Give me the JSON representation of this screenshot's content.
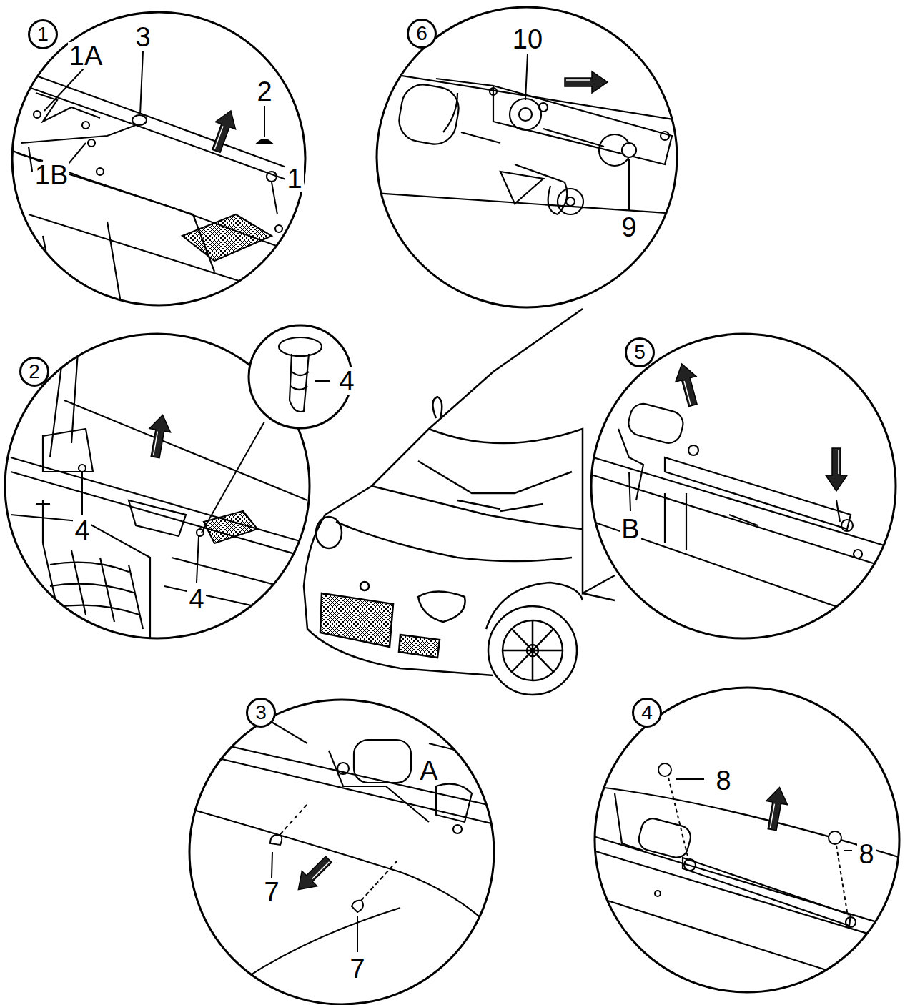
{
  "diagram": {
    "nodes": [
      {
        "text": [
          "1"
        ]
      },
      {
        "text": [
          "6"
        ]
      },
      {
        "text": [
          "2"
        ]
      },
      {
        "text": [
          "5"
        ]
      },
      {
        "text": [
          "3"
        ]
      },
      {
        "text": [
          "4"
        ]
      }
    ],
    "labels": [
      "1A",
      "3",
      "2",
      "1B",
      "1",
      "10",
      "9",
      "4",
      "4",
      "4",
      "B",
      "A",
      "7",
      "7",
      "8",
      "8"
    ]
  }
}
